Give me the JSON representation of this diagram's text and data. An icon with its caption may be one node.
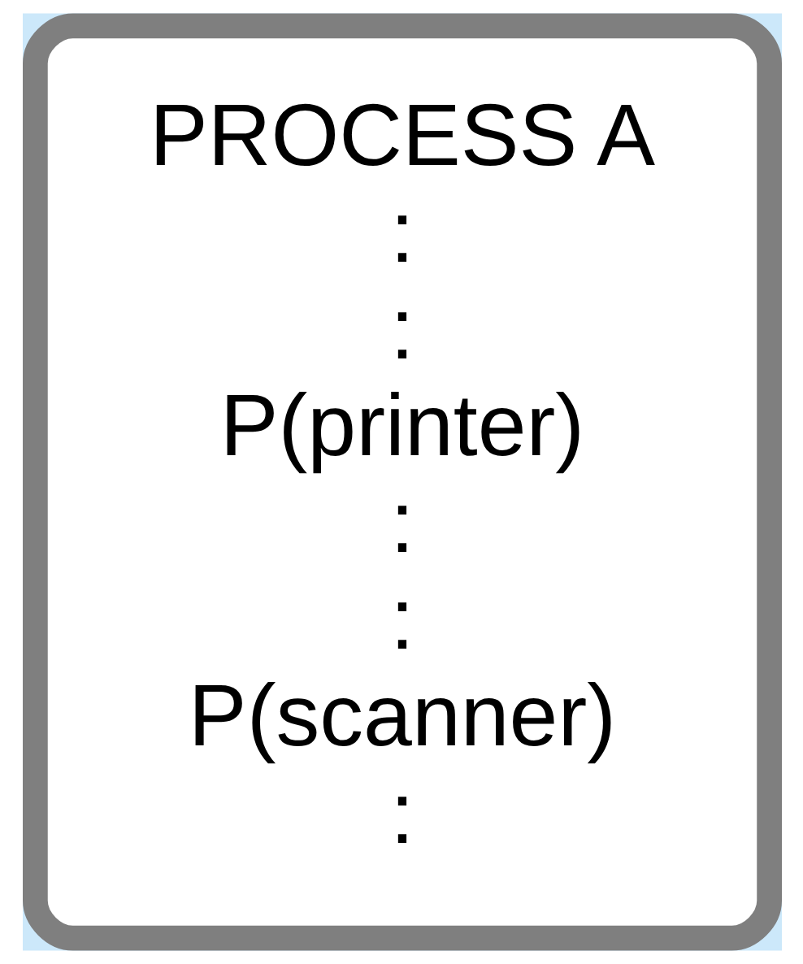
{
  "diagram": {
    "nodes": [
      {
        "text": [
          "PROCESS A",
          ":",
          ":",
          "P(printer)",
          ":",
          ":",
          "P(scanner)",
          ":"
        ]
      }
    ]
  }
}
